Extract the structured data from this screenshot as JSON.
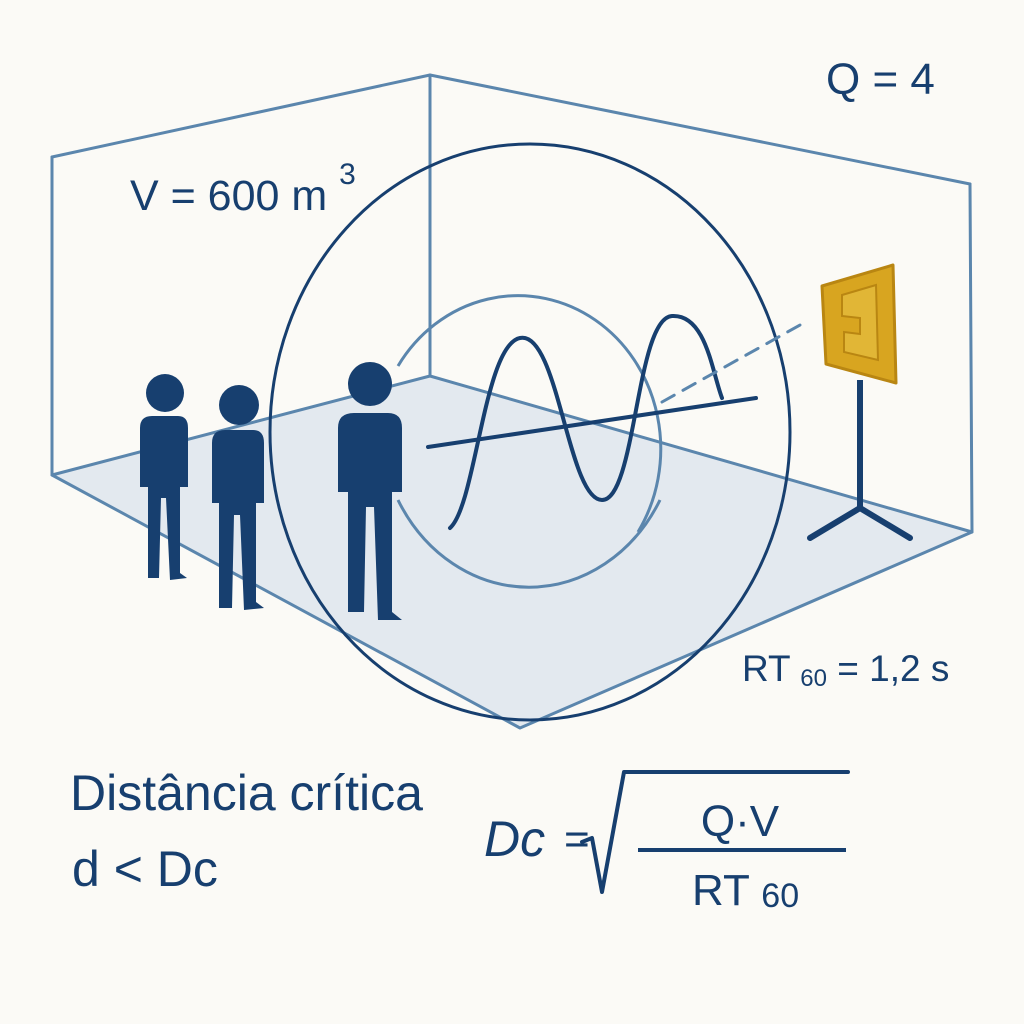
{
  "labels": {
    "q_value": "Q = 4",
    "volume_main": "V = 600 m",
    "volume_exp": "3",
    "rt_prefix": "RT",
    "rt_sub": "60",
    "rt_rest": "= 1,2 s",
    "title": "Distância crítica",
    "condition": "d < Dc"
  },
  "formula": {
    "lhs": "Dc",
    "equals": "=",
    "numerator": "Q·V",
    "den_main": "RT",
    "den_sub": "60"
  },
  "icons": {
    "people": [
      "person-icon",
      "person-icon",
      "person-icon"
    ],
    "source": "loudspeaker-icon",
    "wave": "sound-wave-icon"
  },
  "colors": {
    "navy": "#173f6f",
    "line": "#5b86ad",
    "floor": "#e3e9ef",
    "speaker": "#d8a520",
    "speaker_dark": "#b98612"
  }
}
